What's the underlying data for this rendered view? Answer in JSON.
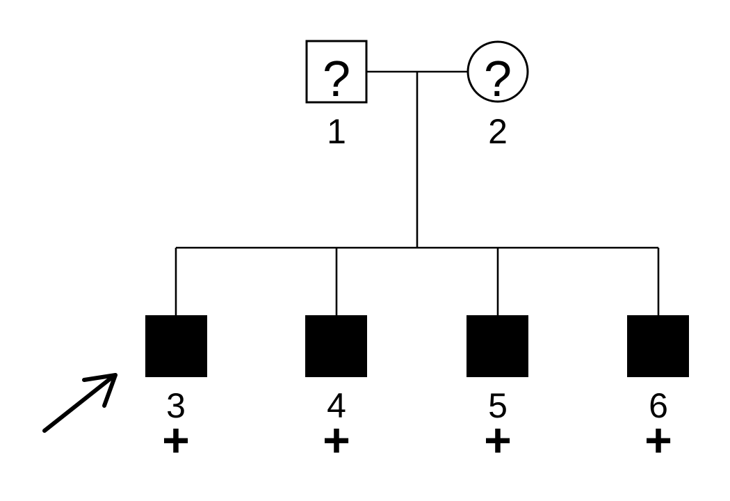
{
  "pedigree": {
    "diagram_type": "pedigree-family-tree",
    "colors": {
      "line": "#000000",
      "affected_fill": "#000000",
      "unaffected_fill": "#ffffff",
      "background": "#ffffff"
    },
    "generation1": {
      "father": {
        "id_label": "1",
        "shape": "square",
        "fill": "open",
        "query_mark": "?"
      },
      "mother": {
        "id_label": "2",
        "shape": "circle",
        "fill": "open",
        "query_mark": "?"
      }
    },
    "generation2": {
      "children": [
        {
          "id_label": "3",
          "shape": "square",
          "fill": "filled",
          "marker": "+",
          "proband": true
        },
        {
          "id_label": "4",
          "shape": "square",
          "fill": "filled",
          "marker": "+",
          "proband": false
        },
        {
          "id_label": "5",
          "shape": "square",
          "fill": "filled",
          "marker": "+",
          "proband": false
        },
        {
          "id_label": "6",
          "shape": "square",
          "fill": "filled",
          "marker": "+",
          "proband": false
        }
      ]
    },
    "relationships": {
      "couple": [
        "1",
        "2"
      ],
      "children_of_couple": [
        "3",
        "4",
        "5",
        "6"
      ]
    },
    "proband_arrow": {
      "points_to_id": "3",
      "direction": "up-right"
    }
  }
}
